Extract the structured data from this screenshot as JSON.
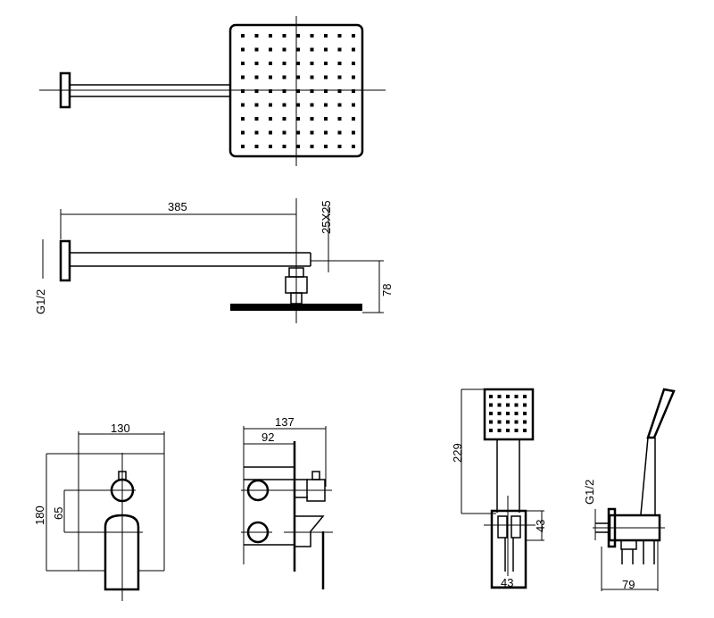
{
  "drawing": {
    "overhead_shower_side": {
      "arm_length": "385",
      "arm_section": "25X25",
      "head_drop": "78",
      "thread": "G1/2"
    },
    "mixer_front": {
      "width": "130",
      "height": "180",
      "outlet_spacing": "65"
    },
    "mixer_side": {
      "total_depth": "137",
      "body_depth": "92"
    },
    "hand_shower_front": {
      "height": "229",
      "bracket_height": "43",
      "bracket_width": "43"
    },
    "hand_shower_side": {
      "thread": "G1/2",
      "depth": "79"
    }
  }
}
